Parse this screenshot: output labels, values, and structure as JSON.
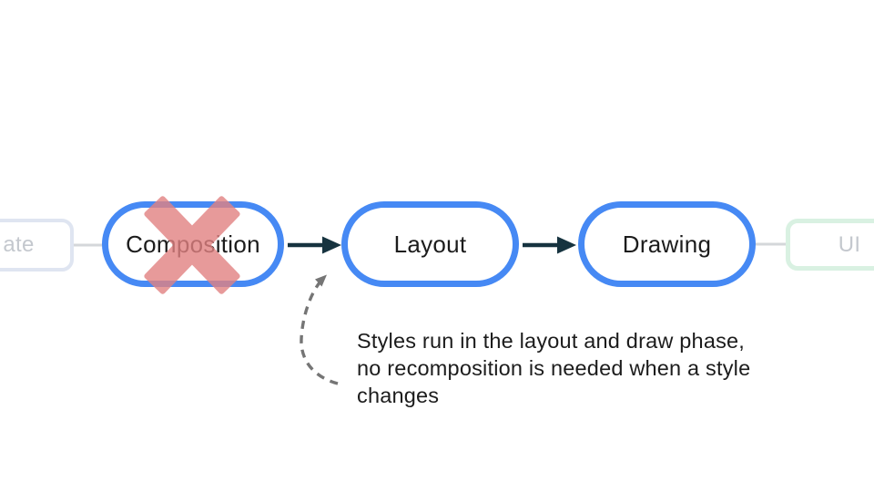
{
  "pipeline": {
    "state_node": {
      "label": "ate"
    },
    "composition_node": {
      "label": "Composition"
    },
    "layout_node": {
      "label": "Layout"
    },
    "drawing_node": {
      "label": "Drawing"
    },
    "ui_node": {
      "label": "UI"
    }
  },
  "annotation": {
    "lines": [
      "Styles run in the layout and draw phase,",
      "no recomposition is needed when a style",
      "changes"
    ]
  },
  "icons": {
    "x_mark": "x-mark-icon",
    "dashed_arrow": "curved-dashed-arrow-icon"
  },
  "colors": {
    "node_border": "#4689f4",
    "arrow": "#16333f",
    "connector": "#d4d7da",
    "state_border": "#dfe5f1",
    "ui_border": "#d9f1e2",
    "muted_text": "#c4c8ce",
    "x_mark": "#e28282",
    "dashed_arrow": "#757575",
    "text": "#1c1c1c"
  }
}
